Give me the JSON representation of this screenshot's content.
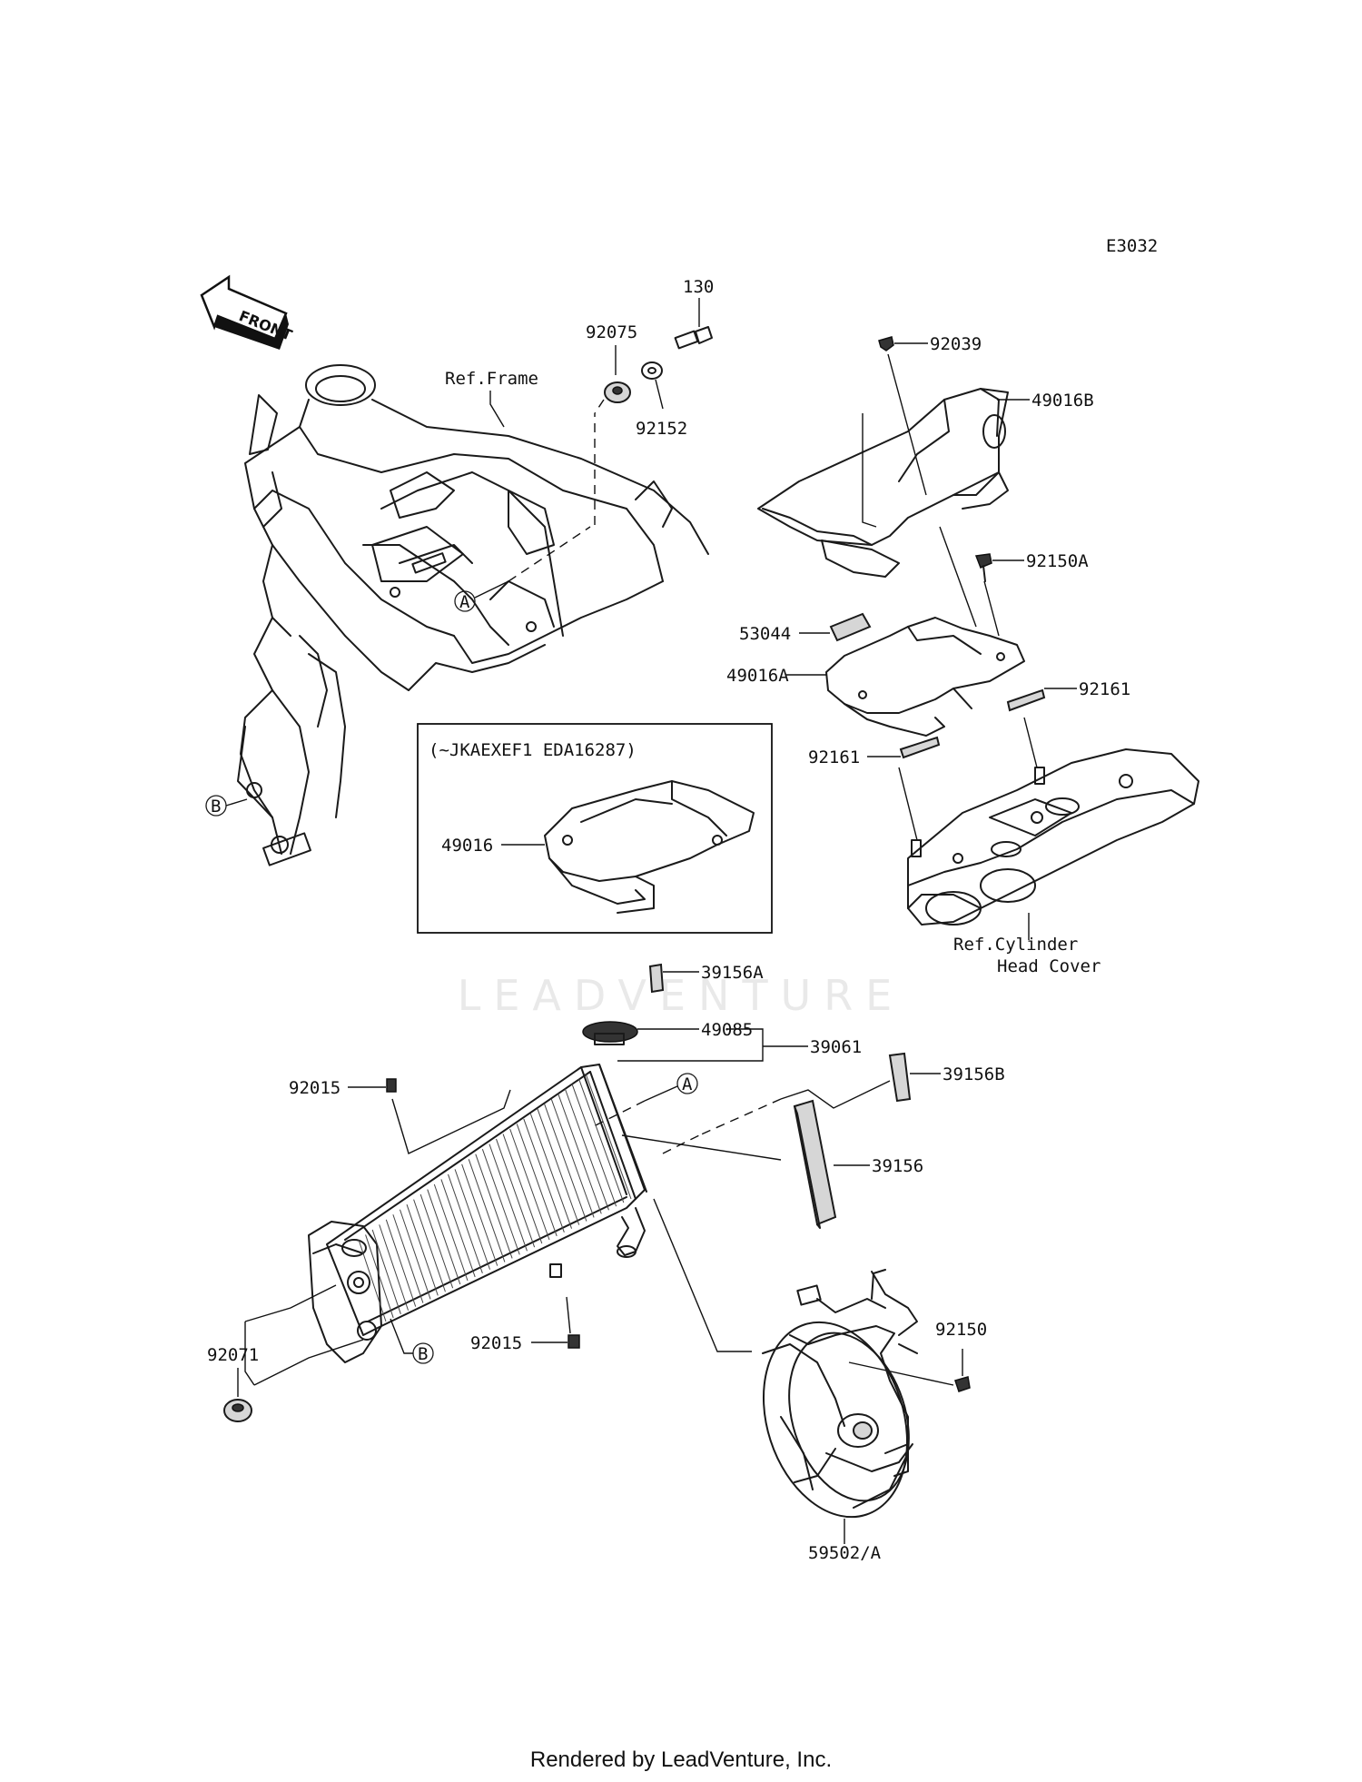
{
  "diagram_code": "E3032",
  "front_arrow_text": "FRONT",
  "watermark": "LEADVENTURE",
  "footer": "Rendered by LeadVenture, Inc.",
  "inset_caption": "(~JKAEXEF1 EDA16287)",
  "refs": {
    "frame": "Ref.Frame",
    "cyl_head_1": "Ref.Cylinder",
    "cyl_head_2": "Head Cover"
  },
  "markers": {
    "a": "A",
    "b": "B"
  },
  "parts": {
    "p130": "130",
    "p92075": "92075",
    "p92152": "92152",
    "p92039": "92039",
    "p49016B": "49016B",
    "p92150A": "92150A",
    "p53044": "53044",
    "p49016A": "49016A",
    "p92161_r": "92161",
    "p92161_l": "92161",
    "p49016": "49016",
    "p39156A": "39156A",
    "p49085": "49085",
    "p39061": "39061",
    "p39156B": "39156B",
    "p92015_top": "92015",
    "p39156": "39156",
    "p92150": "92150",
    "p92071": "92071",
    "p92015_bot": "92015",
    "p59502": "59502/A"
  }
}
